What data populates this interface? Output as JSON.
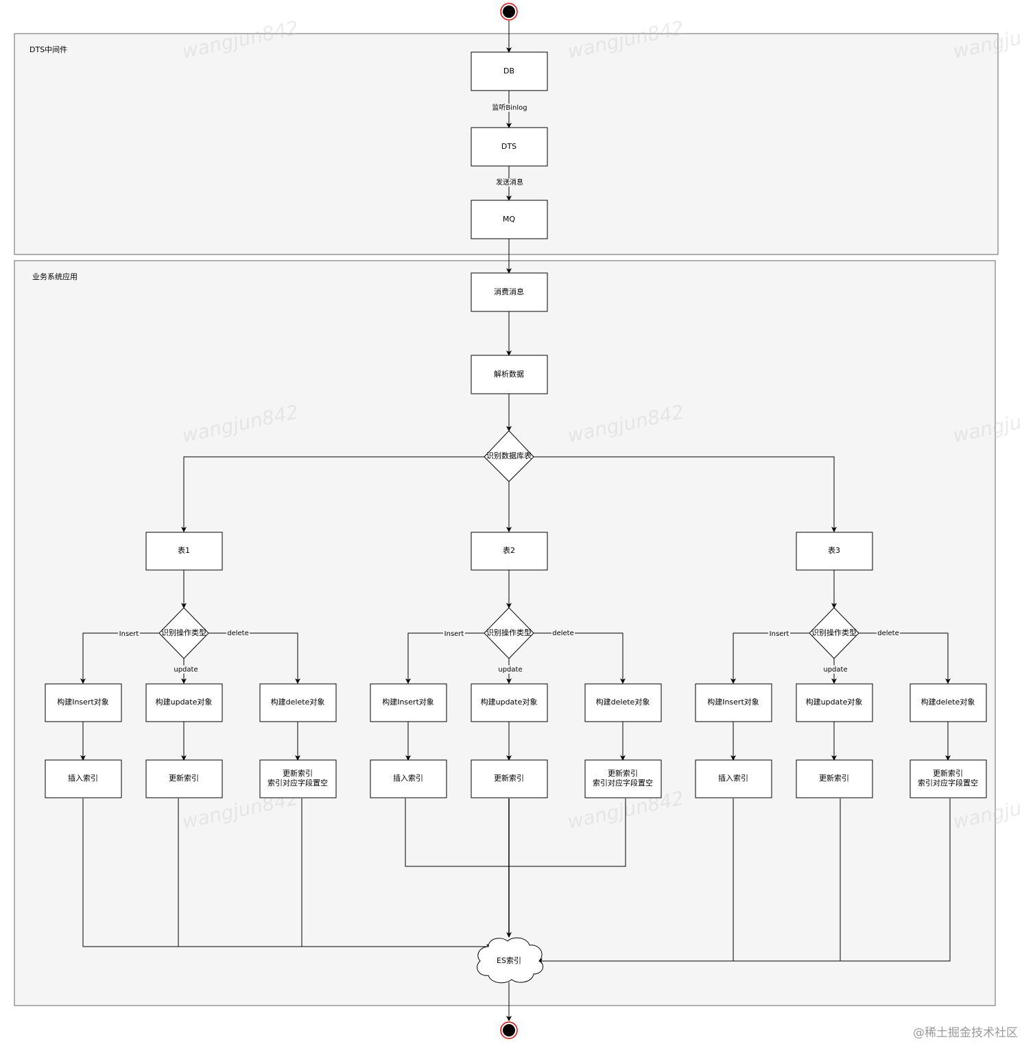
{
  "lanes": {
    "dts": "DTS中间件",
    "biz": "业务系统应用"
  },
  "nodes": {
    "db": "DB",
    "dts": "DTS",
    "mq": "MQ",
    "consume": "消费消息",
    "parse": "解析数据",
    "identify_table": "识别数据库表",
    "table1": "表1",
    "table2": "表2",
    "table3": "表3",
    "identify_op": "识别操作类型",
    "build_insert": "构建Insert对象",
    "build_update": "构建update对象",
    "build_delete": "构建delete对象",
    "insert_index": "插入索引",
    "update_index": "更新索引",
    "delete_index_line1": "更新索引",
    "delete_index_line2": "索引对应字段置空",
    "es_index": "ES索引"
  },
  "edge_labels": {
    "binlog": "监听Binlog",
    "send_msg": "发送消息",
    "insert": "Insert",
    "update": "update",
    "delete": "delete"
  },
  "watermark": "wangjun842",
  "credit": "@稀土掘金技术社区",
  "colors": {
    "lane_fill": "#f5f5f5",
    "start_end_ring": "#ff0000",
    "start_end_fill": "#000000"
  }
}
